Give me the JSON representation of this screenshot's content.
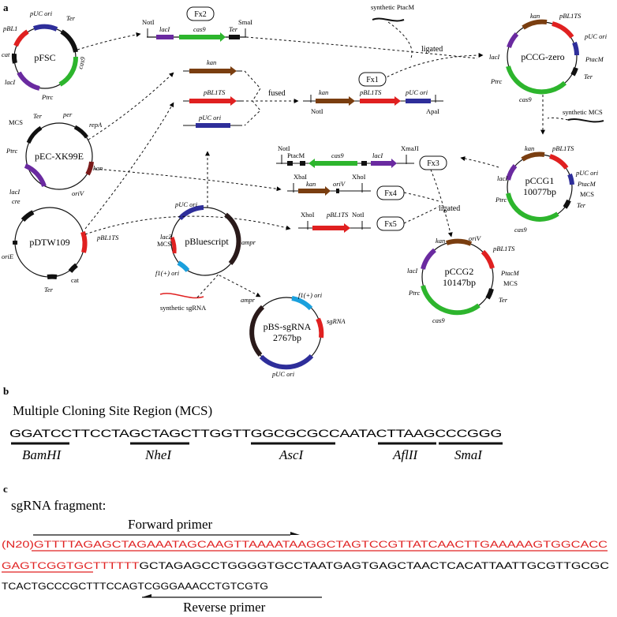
{
  "panels": {
    "a": "a",
    "b": "b",
    "c": "c"
  },
  "labels": {
    "ligated": "ligated",
    "fused": "fused"
  },
  "synthetic": {
    "ptacm": "synthetic PtacM",
    "mcs": "synthetic MCS",
    "sgrna": "synthetic sgRNA"
  },
  "pfsc": {
    "name": "pFSC",
    "puc_ori": "pUC ori",
    "ter": "Ter",
    "pbl1": "pBL1",
    "cat": "cat",
    "laci": "lacI",
    "ptrc": "Ptrc",
    "cas9": "cas9"
  },
  "fx2": {
    "label": "Fx2",
    "noti": "NotI",
    "smai": "SmaI",
    "laci": "lacI",
    "cas9": "cas9",
    "ter": "Ter"
  },
  "pccg_zero": {
    "name": "pCCG-zero",
    "kan": "kan",
    "pbl1": "pBL1TS",
    "puc_ori": "pUC ori",
    "ptacm": "PtacM",
    "ter": "Ter",
    "laci": "lacI",
    "ptrc": "Ptrc",
    "cas9": "cas9"
  },
  "pec": {
    "name": "pEC-XK99E",
    "mcs": "MCS",
    "ter": "Ter",
    "per": "per",
    "repa": "repA",
    "ptrc": "Ptrc",
    "kan": "kan",
    "laci": "lacI",
    "oriv": "oriV"
  },
  "fused_inputs": {
    "kan": "kan",
    "pbl1": "pBL1TS",
    "puc_ori": "pUC ori"
  },
  "fx1": {
    "label": "Fx1",
    "kan": "kan",
    "pbl1": "pBL1TS",
    "puc_ori": "pUC ori",
    "noti": "NotI",
    "apai": "ApaI"
  },
  "pbluescript": {
    "name": "pBluescript",
    "puc_ori": "pUC ori",
    "lacz": "lacZ",
    "mcs": "MCS",
    "f1_ori": "f1(+) ori",
    "ampr": "ampr"
  },
  "pbs": {
    "name": "pBS-sgRNA",
    "size": "2767bp",
    "f1_ori": "f1(+) ori",
    "sgrna": "sgRNA",
    "ampr": "ampr",
    "puc_ori": "pUC ori"
  },
  "pdtw": {
    "name": "pDTW109",
    "cre": "cre",
    "pbl1": "pBL1TS",
    "orie": "oriE",
    "cat": "cat",
    "ter": "Ter"
  },
  "fx3": {
    "label": "Fx3",
    "noti": "NotI",
    "ptacm": "PtacM",
    "cas9": "cas9",
    "laci": "lacI",
    "xmaji": "XmaJI"
  },
  "fx4": {
    "label": "Fx4",
    "xbai": "XbaI",
    "kan": "kan",
    "oriv": "oriV",
    "xhoi": "XhoI"
  },
  "fx5": {
    "label": "Fx5",
    "xhoi": "XhoI",
    "pbl1": "pBL1TS",
    "noti": "NotI"
  },
  "pccg1": {
    "name": "pCCG1",
    "size": "10077bp",
    "kan": "kan",
    "pbl1": "pBL1TS",
    "puc_ori": "pUC ori",
    "ptacm": "PtacM",
    "mcs": "MCS",
    "ter": "Ter",
    "laci": "lacI",
    "ptrc": "Ptrc",
    "cas9": "cas9"
  },
  "pccg2": {
    "name": "pCCG2",
    "size": "10147bp",
    "kan": "kan",
    "oriv": "oriV",
    "pbl1": "pBL1TS",
    "ptacm": "PtacM",
    "mcs": "MCS",
    "ter": "Ter",
    "laci": "lacI",
    "ptrc": "Ptrc",
    "cas9": "cas9"
  },
  "mcs": {
    "title": "Multiple Cloning Site Region (MCS)",
    "sequence": "GGATCCTTCCTAGCTAGCTTGGTTGGCGCGCCAATACTTAAGCCCGGG",
    "sites": [
      "BamHI",
      "NheI",
      "AscI",
      "AflII",
      "SmaI"
    ]
  },
  "sgrna": {
    "title": "sgRNA fragment:",
    "forward_primer": "Forward primer",
    "reverse_primer": "Reverse primer",
    "line1": "(N20)GTTTTAGAGCTAGAAATAGCAAGTTAAAATAAGGCTAGTCCGTTATCAACTTGAAAAAGTGGCACC",
    "line2_red": "GAGTCGGTGCTTTTTT",
    "line2_black": "GCTAGAGCCTGGGGTGCCTAATGAGTGAGCTAACTCACATTAATTGCGTTGCGC",
    "line3": "TCACTGCCCGCTTTCCAGTCGGGAAACCTGTCGTG"
  }
}
